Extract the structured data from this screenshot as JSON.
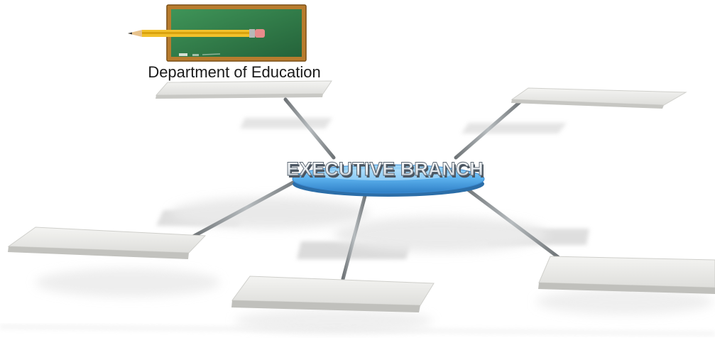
{
  "diagram": {
    "center_label": "EXECUTIVE BRANCH",
    "department": {
      "label": "Department of Education",
      "icon": "chalkboard-pencil-icon"
    },
    "branches": [
      {
        "id": "top-left",
        "label": ""
      },
      {
        "id": "top-right",
        "label": ""
      },
      {
        "id": "middle-left",
        "label": ""
      },
      {
        "id": "bottom-center",
        "label": ""
      },
      {
        "id": "bottom-right",
        "label": ""
      }
    ]
  },
  "colors": {
    "hub": "#6ab8f0",
    "hub_edge": "#2f80c8",
    "panel": "#ececea",
    "panel_edge": "#cfcfcb",
    "connector": "#8d9396",
    "board_frame": "#b87c2e",
    "board_surface": "#2f7a45"
  }
}
